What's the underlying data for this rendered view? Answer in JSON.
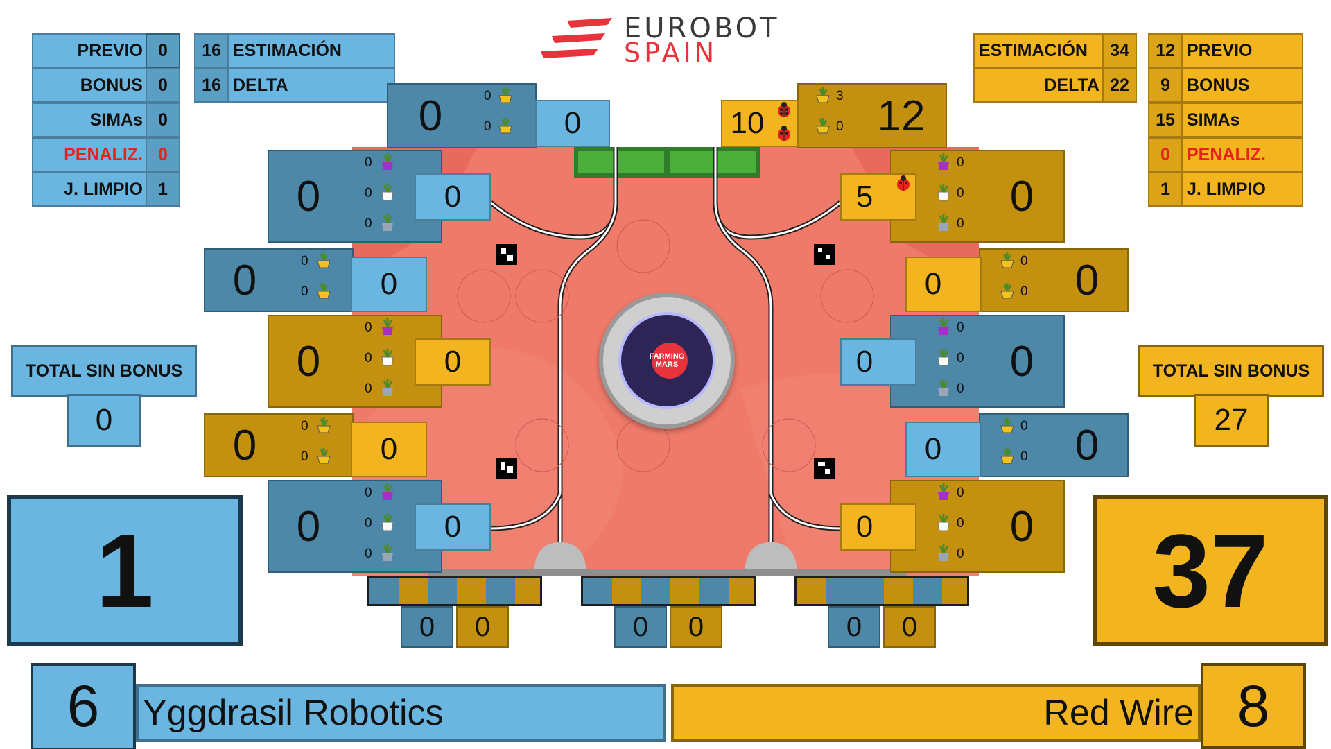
{
  "header": {
    "logo_line1": "EUROBOT",
    "logo_line2": "SPAIN"
  },
  "colors": {
    "blue": "#6bb6e0",
    "steel": "#4d88a8",
    "yellow": "#f2b41f",
    "dark_yellow": "#c3910f",
    "field": "#ef7a6a",
    "penalty_red": "#e8211c"
  },
  "blue_stats": {
    "previo_label": "PREVIO",
    "previo": "0",
    "bonus_label": "BONUS",
    "bonus": "0",
    "simas_label": "SIMAs",
    "simas": "0",
    "penaliz_label": "PENALIZ.",
    "penaliz": "0",
    "limpio_label": "J. LIMPIO",
    "limpio": "1",
    "estimacion": "16",
    "estimacion_label": "ESTIMACIÓN",
    "delta": "16",
    "delta_label": "DELTA"
  },
  "yellow_stats": {
    "estimacion_label": "ESTIMACIÓN",
    "estimacion": "34",
    "delta_label": "DELTA",
    "delta": "22",
    "previo": "12",
    "previo_label": "PREVIO",
    "bonus": "9",
    "bonus_label": "BONUS",
    "simas": "15",
    "simas_label": "SIMAs",
    "penaliz": "0",
    "penaliz_label": "PENALIZ.",
    "limpio": "1",
    "limpio_label": "J. LIMPIO"
  },
  "blue_total": {
    "label": "TOTAL SIN BONUS",
    "value": "0"
  },
  "yellow_total": {
    "label": "TOTAL SIN BONUS",
    "value": "27"
  },
  "blue_score": "1",
  "yellow_score": "37",
  "blue_team": {
    "number": "6",
    "name": "Yggdrasil Robotics"
  },
  "yellow_team": {
    "number": "8",
    "name": "Red Wire"
  },
  "top_blue_zone": {
    "score": "0",
    "pot1": "0",
    "pot2": "0",
    "inner": "0"
  },
  "top_yellow_zone": {
    "ladybug": "10",
    "pot1": "3",
    "pot2": "0",
    "score": "12"
  },
  "left_zones": [
    {
      "score": "0",
      "a": "0",
      "b": "0",
      "c": "0",
      "inner": "0"
    },
    {
      "score": "0",
      "a": "0",
      "b": "0",
      "inner": "0"
    },
    {
      "score": "0",
      "a": "0",
      "b": "0",
      "c": "0",
      "inner": "0"
    },
    {
      "score": "0",
      "a": "0",
      "b": "0",
      "inner": "0"
    },
    {
      "score": "0",
      "a": "0",
      "b": "0",
      "c": "0",
      "inner": "0"
    }
  ],
  "right_zones": [
    {
      "inner": "5",
      "score": "0",
      "a": "0",
      "b": "0",
      "c": "0"
    },
    {
      "inner": "0",
      "score": "0",
      "a": "0",
      "b": "0"
    },
    {
      "inner": "0",
      "score": "0",
      "a": "0",
      "b": "0",
      "c": "0"
    },
    {
      "inner": "0",
      "score": "0",
      "a": "0",
      "b": "0"
    },
    {
      "inner": "0",
      "score": "0",
      "a": "0",
      "b": "0",
      "c": "0"
    }
  ],
  "bottom_panels": [
    {
      "blue": "0",
      "yellow": "0"
    },
    {
      "blue": "0",
      "yellow": "0"
    },
    {
      "blue": "0",
      "yellow": "0"
    }
  ],
  "center": {
    "line1": "FARMING",
    "line2": "MARS"
  }
}
